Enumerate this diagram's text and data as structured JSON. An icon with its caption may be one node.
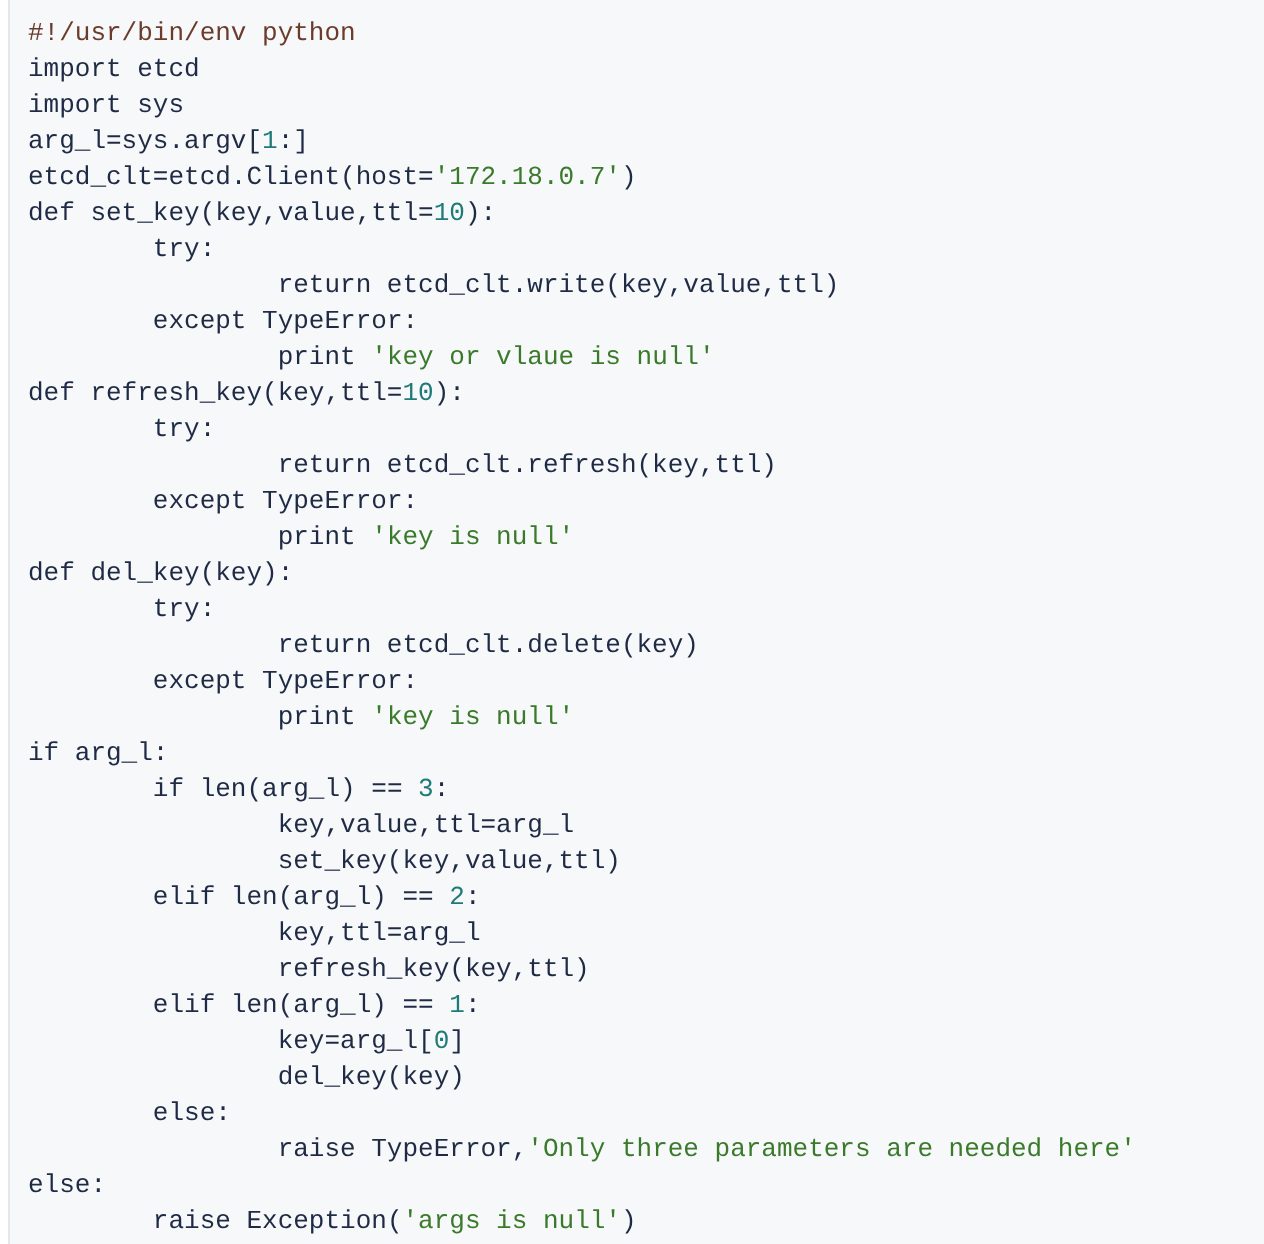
{
  "diagram": {
    "labels": [
      "#!/usr/bin/env python",
      "import etcd",
      "import sys",
      "arg_l=sys.argv[1:]",
      "etcd_clt=etcd.Client(host='172.18.0.7')",
      "def set_key(key,value,ttl=10):",
      "        try:",
      "                return etcd_clt.write(key,value,ttl)",
      "        except TypeError:",
      "                print 'key or vlaue is null'",
      "def refresh_key(key,ttl=10):",
      "        try:",
      "                return etcd_clt.refresh(key,ttl)",
      "        except TypeError:",
      "                print 'key is null'",
      "def del_key(key):",
      "        try:",
      "                return etcd_clt.delete(key)",
      "        except TypeError:",
      "                print 'key is null'",
      "if arg_l:",
      "        if len(arg_l) == 3:",
      "                key,value,ttl=arg_l",
      "                set_key(key,value,ttl)",
      "        elif len(arg_l) == 2:",
      "                key,ttl=arg_l",
      "                refresh_key(key,ttl)",
      "        elif len(arg_l) == 1:",
      "                key=arg_l[0]",
      "                del_key(key)",
      "        else:",
      "                raise TypeError,'Only three parameters are needed here'",
      "else:",
      "        raise Exception('args is null')"
    ]
  }
}
